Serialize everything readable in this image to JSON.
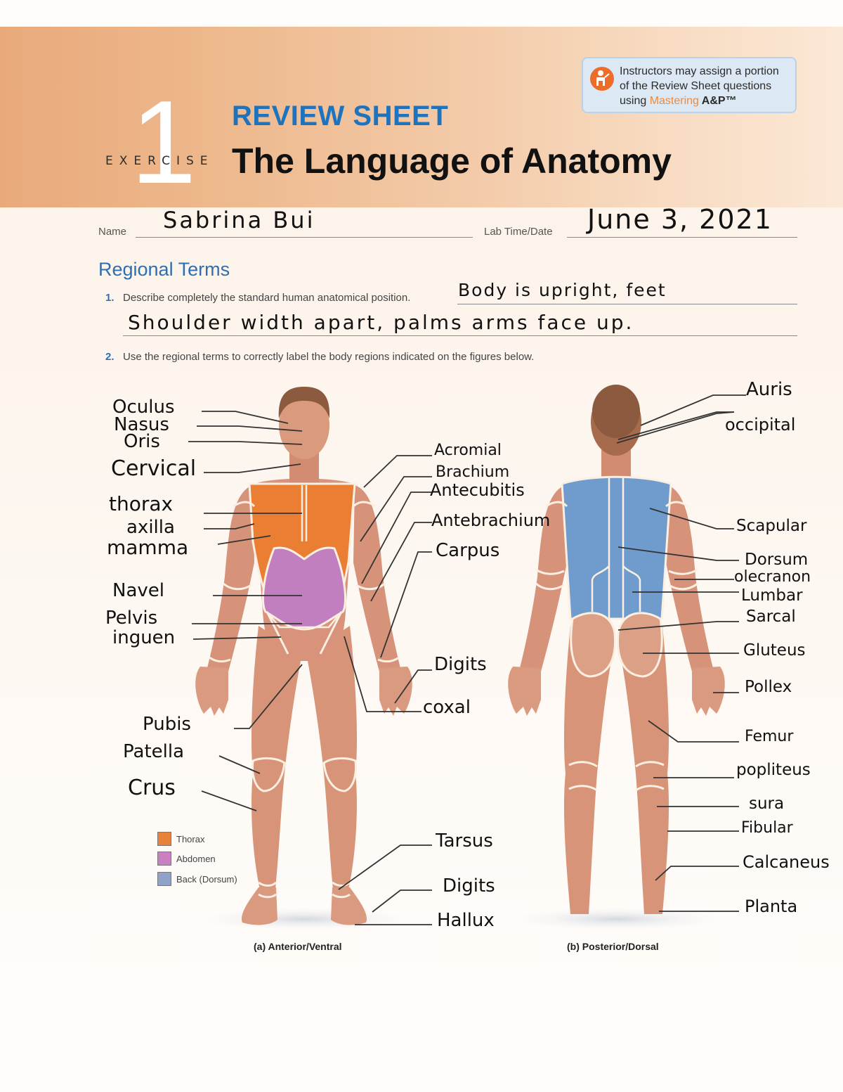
{
  "header": {
    "exercise_number": "1",
    "exercise_word": "EXERCISE",
    "review_sheet": "REVIEW SHEET",
    "title": "The Language of Anatomy",
    "notice": {
      "icon": "instructor-icon",
      "line1": "Instructors may assign a portion",
      "line2": "of the Review Sheet questions",
      "line3_prefix": "using ",
      "line3_brand": "Mastering",
      "line3_suffix": " A&P™"
    }
  },
  "fields": {
    "name_label": "Name",
    "name_value": "Sabrina Bui",
    "date_label": "Lab Time/Date",
    "date_value": "June 3, 2021"
  },
  "section": {
    "title": "Regional Terms",
    "questions": [
      {
        "number": "1.",
        "text": "Describe completely the standard human anatomical position.",
        "answer_line1": "Body is upright, feet",
        "answer_line2": "Shoulder width apart, palms arms face up."
      },
      {
        "number": "2.",
        "text": "Use the regional terms to correctly label the body regions indicated on the figures below."
      }
    ]
  },
  "figure": {
    "anterior_labels": {
      "left": [
        "Oculus",
        "Nasus",
        "Oris",
        "Cervical",
        "thorax",
        "axilla",
        "mamma",
        "Navel",
        "Pelvis",
        "inguen",
        "Pubis",
        "Patella",
        "Crus"
      ],
      "right": [
        "Acromial",
        "Brachium",
        "Antecubitis",
        "Antebrachium",
        "Carpus",
        "Digits",
        "coxal",
        "Tarsus",
        "Digits",
        "Hallux"
      ]
    },
    "posterior_labels": [
      "Auris",
      "occipital",
      "Scapular",
      "Dorsum",
      "olecranon",
      "Lumbar",
      "Sarcal",
      "Gluteus",
      "Pollex",
      "Femur",
      "popliteus",
      "sura",
      "Fibular",
      "Calcaneus",
      "Planta"
    ],
    "legend": [
      {
        "label": "Thorax",
        "color": "#e8823a"
      },
      {
        "label": "Abdomen",
        "color": "#c97fc0"
      },
      {
        "label": "Back (Dorsum)",
        "color": "#8fa2c8"
      }
    ],
    "captions": {
      "anterior": "(a) Anterior/Ventral",
      "posterior": "(b) Posterior/Dorsal"
    },
    "colors": {
      "skin": "#d89477",
      "hair": "#8c5a3e",
      "thorax": "#ea7f34",
      "abdomen": "#c27fbf",
      "back": "#6f9ccc",
      "outline": "#fbefe2"
    }
  }
}
